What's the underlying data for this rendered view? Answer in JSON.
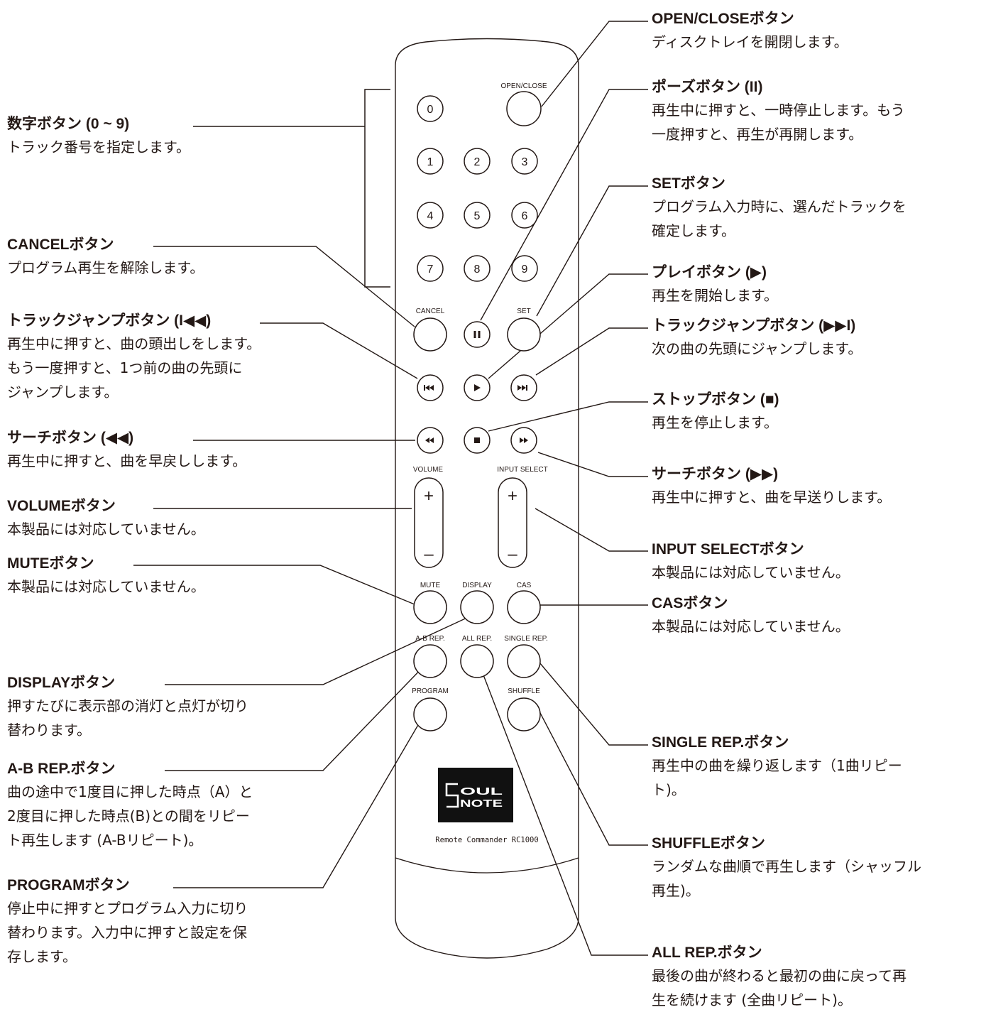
{
  "remote": {
    "labels": {
      "open_close": "OPEN/CLOSE",
      "cancel": "CANCEL",
      "set": "SET",
      "volume": "VOLUME",
      "input_select": "INPUT SELECT",
      "mute": "MUTE",
      "display": "DISPLAY",
      "cas": "CAS",
      "ab_rep": "A-B REP.",
      "all_rep": "ALL REP.",
      "single_rep": "SINGLE REP.",
      "program": "PROGRAM",
      "shuffle": "SHUFFLE"
    },
    "digits": [
      "0",
      "1",
      "2",
      "3",
      "4",
      "5",
      "6",
      "7",
      "8",
      "9"
    ],
    "plus": "+",
    "minus": "–",
    "logo_top": "OUL",
    "logo_bottom": "NOTE",
    "model": "Remote Commander RC1000"
  },
  "callouts": {
    "numeric": {
      "title": "数字ボタン (0 ~ 9)",
      "desc": "トラック番号を指定します。"
    },
    "cancel": {
      "title": "CANCELボタン",
      "desc": "プログラム再生を解除します。"
    },
    "prev": {
      "title": "トラックジャンプボタン (I◀◀)",
      "desc": "再生中に押すと、曲の頭出しをします。\nもう一度押すと、1つ前の曲の先頭に\nジャンプします。"
    },
    "rew": {
      "title": "サーチボタン (◀◀)",
      "desc": "再生中に押すと、曲を早戻しします。"
    },
    "volume": {
      "title": "VOLUMEボタン",
      "desc": "本製品には対応していません。"
    },
    "mute": {
      "title": "MUTEボタン",
      "desc": "本製品には対応していません。"
    },
    "display": {
      "title": "DISPLAYボタン",
      "desc": "押すたびに表示部の消灯と点灯が切り\n替わります。"
    },
    "ab": {
      "title": "A-B REP.ボタン",
      "desc": "曲の途中で1度目に押した時点（A）と\n2度目に押した時点(B)との間をリピー\nト再生します (A-Bリピート)。"
    },
    "program": {
      "title": "PROGRAMボタン",
      "desc": "停止中に押すとプログラム入力に切り\n替わります。入力中に押すと設定を保\n存します。"
    },
    "open_close": {
      "title": "OPEN/CLOSEボタン",
      "desc": "ディスクトレイを開閉します。"
    },
    "pause": {
      "title": "ポーズボタン (II)",
      "desc": "再生中に押すと、一時停止します。もう\n一度押すと、再生が再開します。"
    },
    "set": {
      "title": "SETボタン",
      "desc": "プログラム入力時に、選んだトラックを\n確定します。"
    },
    "play": {
      "title": "プレイボタン (▶)",
      "desc": "再生を開始します。"
    },
    "next": {
      "title": "トラックジャンプボタン (▶▶I)",
      "desc": "次の曲の先頭にジャンプします。"
    },
    "stop": {
      "title": "ストップボタン (■)",
      "desc": "再生を停止します。"
    },
    "ff": {
      "title": "サーチボタン (▶▶)",
      "desc": "再生中に押すと、曲を早送りします。"
    },
    "input": {
      "title": "INPUT SELECTボタン",
      "desc": "本製品には対応していません。"
    },
    "cas": {
      "title": "CASボタン",
      "desc": "本製品には対応していません。"
    },
    "single": {
      "title": "SINGLE REP.ボタン",
      "desc": "再生中の曲を繰り返します（1曲リピー\nト)。"
    },
    "shuffle": {
      "title": "SHUFFLEボタン",
      "desc": "ランダムな曲順で再生します（シャッフル\n再生)。"
    },
    "all": {
      "title": "ALL REP.ボタン",
      "desc": "最後の曲が終わると最初の曲に戻って再\n生を続けます (全曲リピート)。"
    }
  }
}
